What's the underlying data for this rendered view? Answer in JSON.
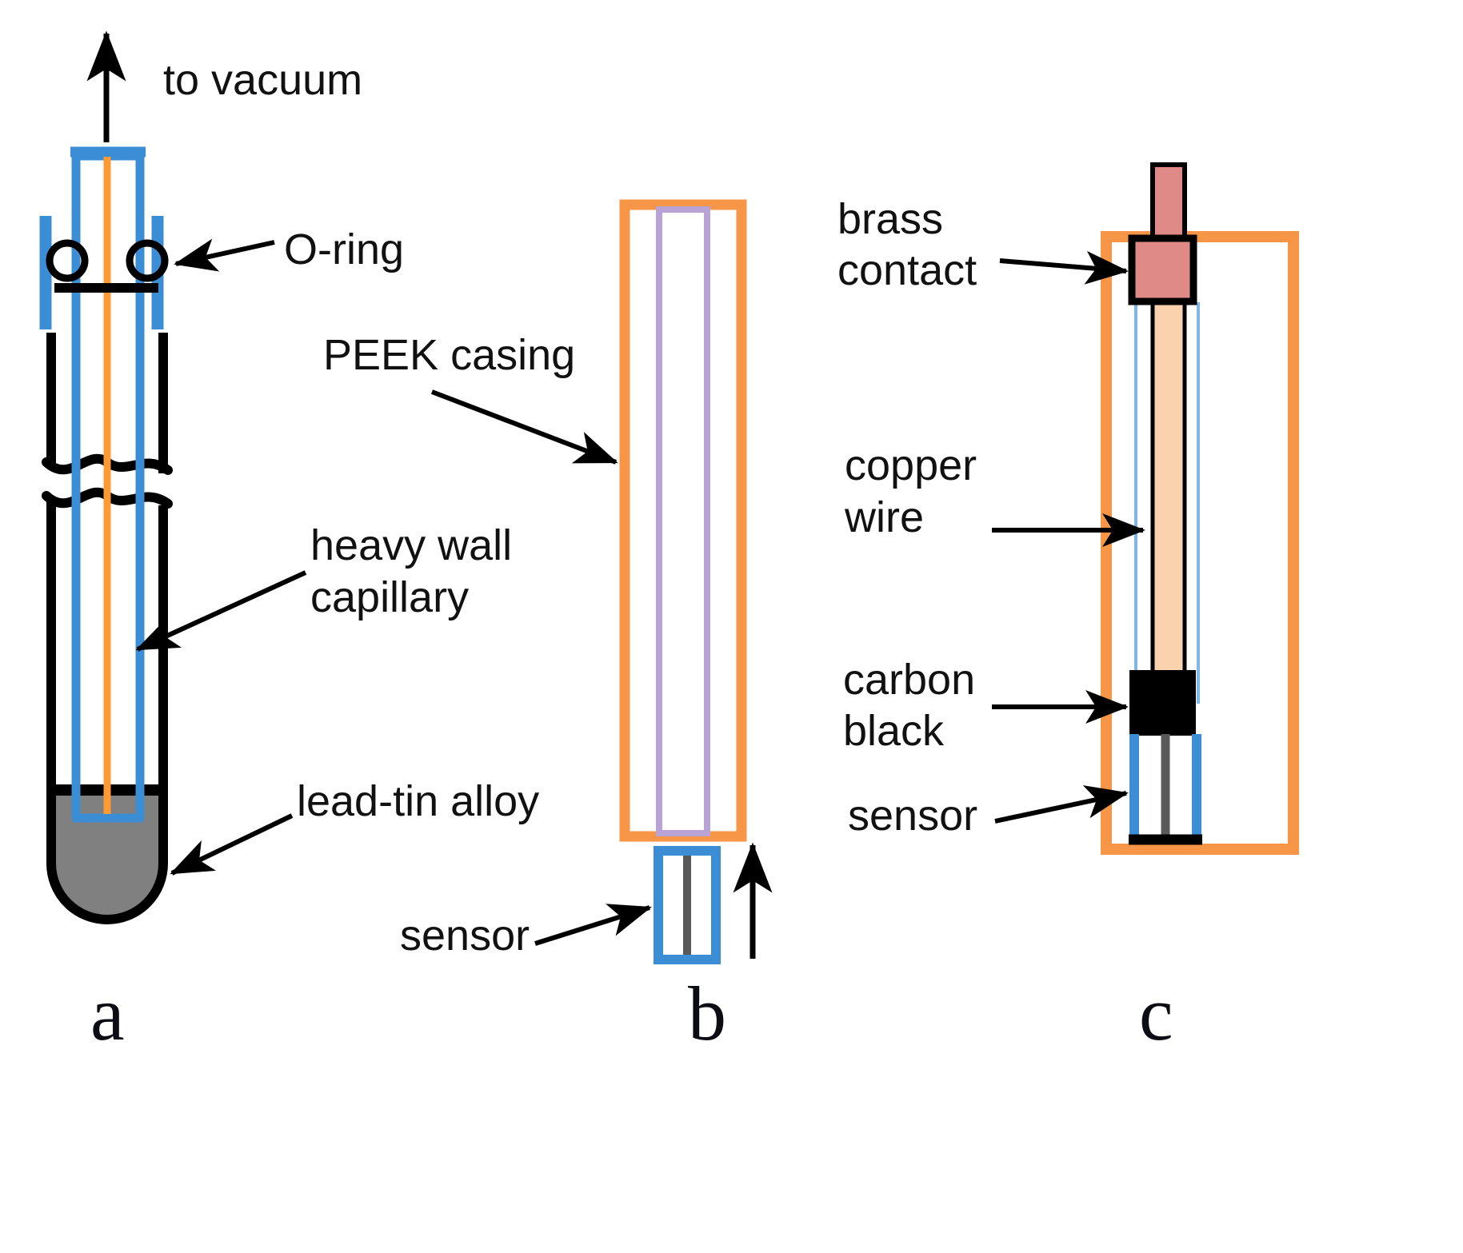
{
  "figure": {
    "title": "Schematic of lead-tin alloy capillary sensor assembly",
    "background_color": "#ffffff"
  },
  "colors": {
    "blue": "#3b8ed6",
    "light_blue": "#7fb6e6",
    "orange": "#f79646",
    "orange_line": "#ff9933",
    "purple": "#b9a3d4",
    "salmon": "#e08a87",
    "copper": "#fad3ae",
    "gray_alloy": "#808080",
    "dark_gray_wire": "#595959",
    "black": "#000000"
  },
  "panels": [
    {
      "id": "a",
      "letter": "a",
      "labels": [
        {
          "id": "to-vacuum",
          "text": "to vacuum"
        },
        {
          "id": "o-ring",
          "text": "O-ring"
        },
        {
          "id": "heavy-wall-capillary",
          "line1": "heavy wall",
          "line2": "capillary"
        },
        {
          "id": "lead-tin-alloy",
          "text": "lead-tin alloy"
        }
      ]
    },
    {
      "id": "b",
      "letter": "b",
      "labels": [
        {
          "id": "peek-casing",
          "text": "PEEK casing"
        },
        {
          "id": "sensor",
          "text": "sensor"
        }
      ]
    },
    {
      "id": "c",
      "letter": "c",
      "labels": [
        {
          "id": "brass-contact",
          "line1": "brass",
          "line2": "contact"
        },
        {
          "id": "copper-wire",
          "line1": "copper",
          "line2": "wire"
        },
        {
          "id": "carbon-black",
          "line1": "carbon",
          "line2": "black"
        },
        {
          "id": "sensor",
          "text": "sensor"
        }
      ]
    }
  ],
  "text": {
    "to_vacuum": "to vacuum",
    "o_ring": "O-ring",
    "peek_casing": "PEEK casing",
    "heavy_wall_1": "heavy wall",
    "heavy_wall_2": "capillary",
    "lead_tin_alloy": "lead-tin alloy",
    "sensor_b": "sensor",
    "brass_1": "brass",
    "brass_2": "contact",
    "copper_1": "copper",
    "copper_2": "wire",
    "carbon_1": "carbon",
    "carbon_2": "black",
    "sensor_c": "sensor",
    "letter_a": "a",
    "letter_b": "b",
    "letter_c": "c"
  }
}
